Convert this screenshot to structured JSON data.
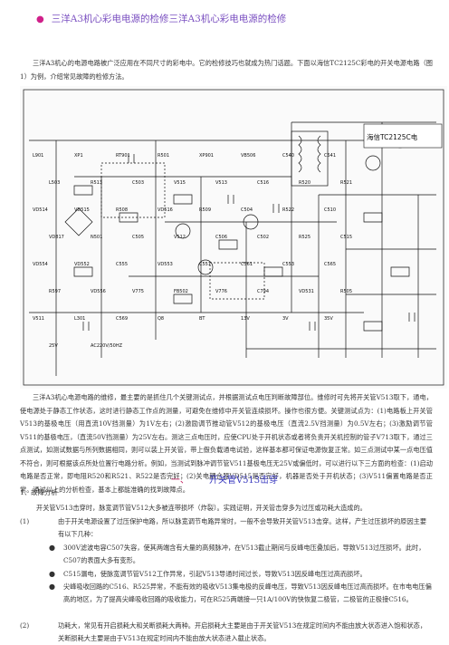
{
  "header": {
    "title": "三洋A3机心彩电电源的检修三洋A3机心彩电电源的检修"
  },
  "intro": "三洋A3机心的电源电路被广泛应用在不同尺寸的彩电中。它的检修技巧也就成为热门话题。下面以海信TC2125C彩电的开关电源电路（图1）为例，介绍常见故障的检修方法。",
  "diagram": {
    "model_label": "海信TC2125C电",
    "labels": [
      "L901",
      "XP1",
      "RT901",
      "R501",
      "XP901",
      "VB506",
      "C540",
      "C541",
      "L503",
      "R513",
      "C503",
      "V515",
      "V513",
      "C516",
      "R520",
      "R521",
      "VD514",
      "VD515",
      "R508",
      "VD516",
      "R509",
      "C504",
      "R522",
      "C510",
      "VD817",
      "N501",
      "C505",
      "V512",
      "C506",
      "C502",
      "R525",
      "C515",
      "VD554",
      "VD552",
      "C555",
      "VD553",
      "C551",
      "C561",
      "C553",
      "C565",
      "R597",
      "VD556",
      "V775",
      "FB502",
      "V776",
      "C794",
      "VD531",
      "R505",
      "V511",
      "L301",
      "C569",
      "Q8",
      "BT",
      "13V",
      "3V",
      "35V",
      "25V",
      "AC220V/50HZ"
    ]
  },
  "analysis": "三洋A3机心电源电路的维修，最主要的是抓住几个关键测试点，并根据测试点电压判断故障部位。维修时可先将开关管V513取下，通电，使电源处于静态工作状态，这时进行静态工作点的测量，可避免在维修中开关管连续损坏。操作也很方便。关键测试点为：(1)电路板上开关管V513的基极电压（用直流10V挡测量）为1V左右；(2)激励调节推动管V512的基极电压（直流2.5V挡测量）为0.5V左右；(3)激励调节管V511的基极电压，（直流50V挡测量）为25V左右。测这三点电压时，应使CPU处于开机状态或者将负责开关机控制的管子V713取下，通过三点测试，如测试数据与所列数据相同，则可以装上开关管，带上假负载通电试验，这样基本都可保证电源恢复正常。如三点测试中某一点电压值不符合，则可根据该点所处位置行电路分析。例如，当测试到脉冲调节管V511基极电压无25V或偏低时，可以进行以下三方面的检查：(1)启动电路是否正常，即电阻R520和R521、R522是否完好；(2)关电耦合器VD515是否完好，机器是否处于开机状态；(3)V511偏置电路是否正常。通过以上的分析检查，基本上都能准确的找到故障点。",
  "section": {
    "num": "一、",
    "title": "开关管V513击穿"
  },
  "sub1": "1、故障分析",
  "fault_intro": "开关管V513击穿时，脉宽调节管V512大多被连带损坏（炸裂）。实践证明，开关管击穿多为过压或功耗大造成的。",
  "items": [
    {
      "label": "(1)",
      "text": "由于开关电源设置了过压保护电路，所以脉宽调节电路异常时，一般不会导致开关管V513击穿。这样，产生过压损坏的原因主要有以下几种："
    },
    {
      "label": "(2)",
      "text": "功耗大，常见有开启损耗大和关断损耗大两种。开启损耗大主要是由于开关管V513在规定时间内不能由放大状态进入饱和状态，关断损耗大主要是由于V513在规定时间内不能由放大状态进入截止状态。"
    }
  ],
  "bullets": [
    "300V滤波电容C507失容，使其两端含有大量的高频脉冲，在V513截止期间与反峰电压叠加后，导致V513过压损坏。此时，C507的表面大多有变形。",
    "C515漏电，使脉宽调节管V512工作异常，引起V513导通时间过长，导致V513因反峰电压过高而损坏。",
    "尖峰吸收回路的C516、R525异常，不能有效的吸收V513集电极的反峰电压，导致V513因反峰电压过高而损坏。在市电电压偏高的地区，为了提高尖峰吸收回路的吸收能力，可在R525两端接一只1A/100V的快恢复二极管，二极管的正极接C516。"
  ],
  "bullet_glyph": "●",
  "title_dot": "●"
}
